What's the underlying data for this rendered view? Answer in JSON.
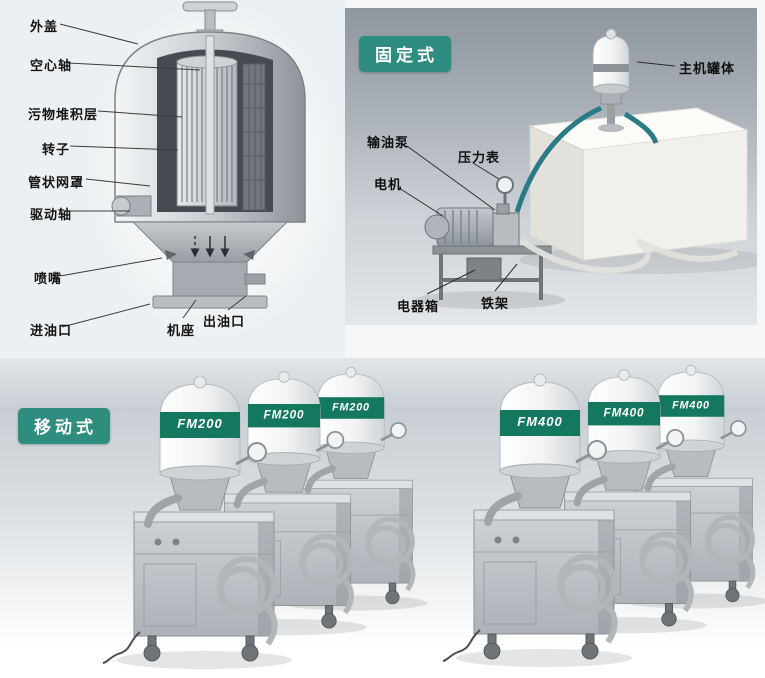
{
  "cutaway": {
    "labels": {
      "outer_cover": "外盖",
      "hollow_shaft": "空心轴",
      "dirt_layer": "污物堆积层",
      "rotor": "转子",
      "mesh_screen": "管状网罩",
      "drive_shaft": "驱动轴",
      "nozzle": "喷嘴",
      "oil_inlet": "进油口",
      "machine_base": "机座",
      "oil_outlet": "出油口"
    }
  },
  "fixed": {
    "badge": "固定式",
    "labels": {
      "main_tank": "主机罐体",
      "oil_pump": "输油泵",
      "motor": "电机",
      "pressure_gauge": "压力表",
      "electric_box": "电器箱",
      "iron_frame": "铁架"
    }
  },
  "mobile": {
    "badge": "移动式",
    "units": [
      {
        "model": "FM200"
      },
      {
        "model": "FM200"
      },
      {
        "model": "FM200"
      },
      {
        "model": "FM400"
      },
      {
        "model": "FM400"
      },
      {
        "model": "FM400"
      }
    ]
  },
  "colors": {
    "badge_bg": "#2e8d7f",
    "band_green": "#14785f",
    "pipe_teal": "#2a7b86"
  }
}
